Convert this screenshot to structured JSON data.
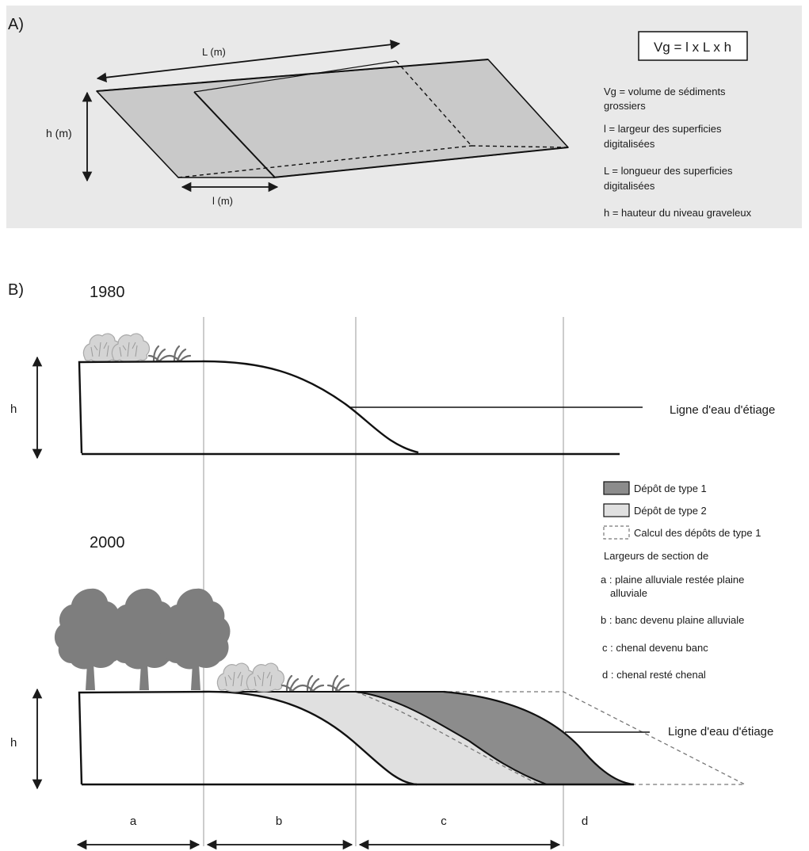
{
  "panel_a": {
    "label": "A)",
    "dims": {
      "L": "L (m)",
      "h": "h (m)",
      "l": "l (m)"
    },
    "formula": "Vg = l x L x h",
    "legend": [
      [
        "Vg = volume de sédiments",
        "grossiers"
      ],
      [
        "l = largeur des superficies",
        " digitalisées"
      ],
      [
        "L = longueur des superficies",
        " digitalisées"
      ],
      [
        "h = hauteur du niveau graveleux"
      ]
    ],
    "colors": {
      "background": "#e9e9e9",
      "surface": "#c9c9c9"
    }
  },
  "panel_b": {
    "label": "B)",
    "year_1980": "1980",
    "year_2000": "2000",
    "h": "h",
    "water_label": "Ligne d'eau d'étiage",
    "legend": {
      "type1": "Dépôt de type 1",
      "type2": "Dépôt de type 2",
      "calc": "Calcul des dépôts de type 1",
      "sections_title": "Largeurs de section de",
      "a": [
        "a : plaine alluviale restée plaine",
        "    alluviale"
      ],
      "b": "b : banc devenu plaine alluviale",
      "c": "c : chenal devenu banc",
      "d": "d : chenal resté chenal"
    },
    "sections": [
      "a",
      "b",
      "c",
      "d"
    ],
    "colors": {
      "type1": "#8c8c8c",
      "type2": "#e0e0e0",
      "trees": "#7e7e7e",
      "shrubs": "#bdbdbd"
    }
  }
}
